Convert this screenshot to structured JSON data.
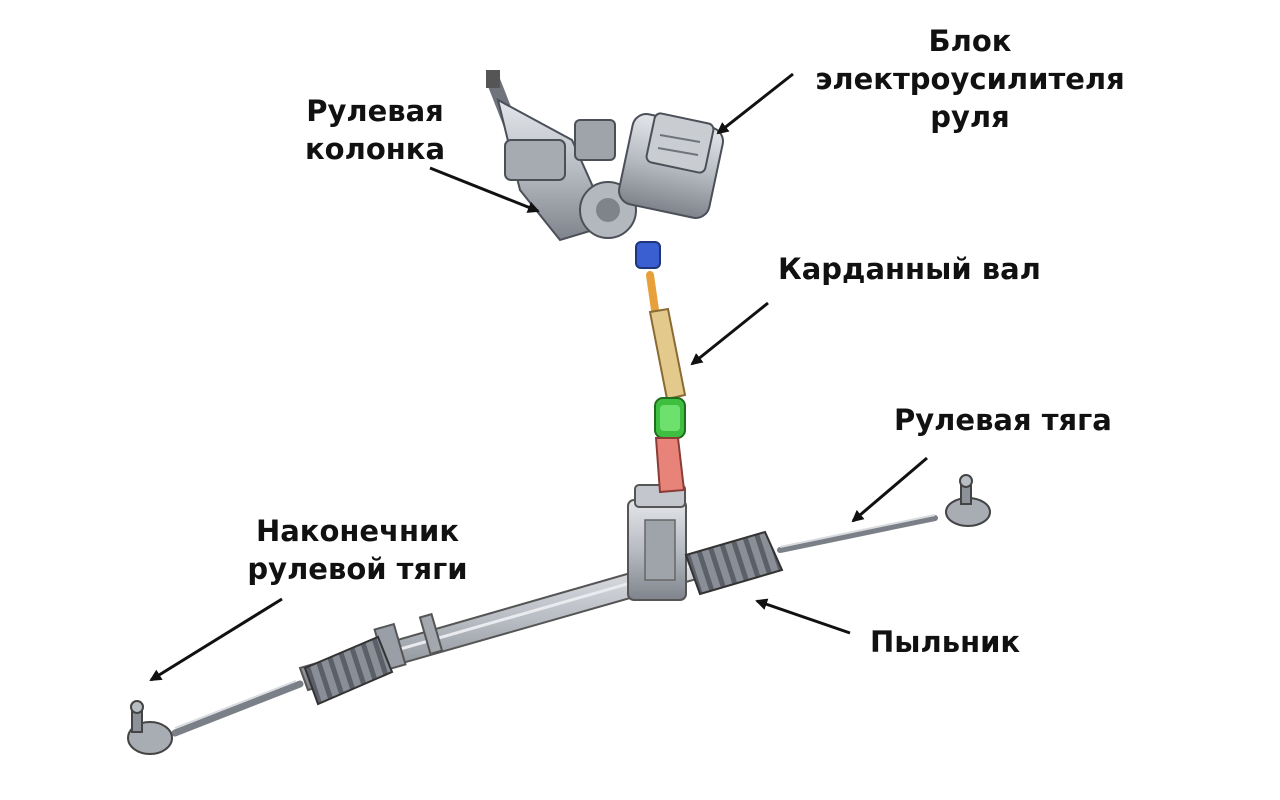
{
  "labels": {
    "eps_unit": [
      "Блок",
      "электроусилителя",
      "руля"
    ],
    "steering_column": [
      "Рулевая",
      "колонка"
    ],
    "cardan_shaft": "Карданный вал",
    "tie_rod": "Рулевая тяга",
    "tie_rod_end": [
      "Наконечник",
      "рулевой тяги"
    ],
    "boot": "Пыльник"
  },
  "colors": {
    "text": "#111111",
    "arrow": "#111111",
    "metal": "#b9bdc4",
    "metal_dark": "#6f747c",
    "shaft_orange": "#e8a13a",
    "shaft_tan": "#e4c98d",
    "joint_blue": "#3a5fd0",
    "joint_green": "#3fbf3f",
    "shaft_red": "#e8837a"
  }
}
